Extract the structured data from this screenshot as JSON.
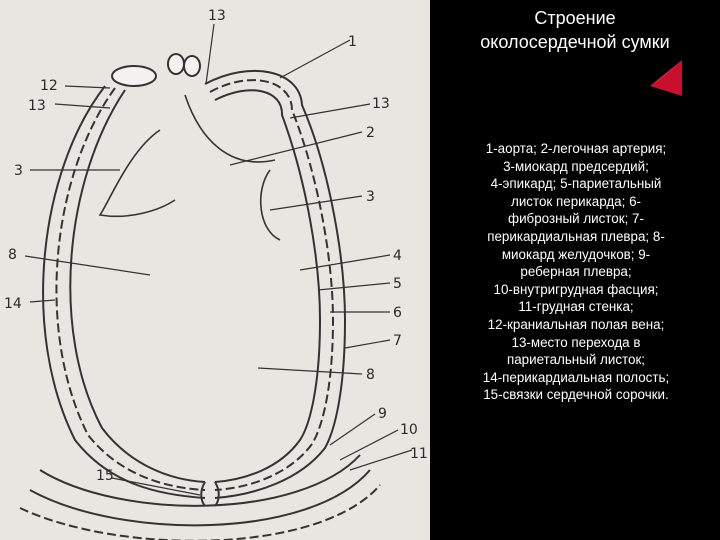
{
  "slide": {
    "title_line1": "Строение",
    "title_line2": "околосердечной сумки",
    "legend": "1-аорта; 2-легочная артерия;\n3-миокард предсердий;\n4-эпикард; 5-париетальный\nлисток перикарда; 6-\nфиброзный листок; 7-\nперикардиальная плевра; 8-\nмиокард желудочков; 9-\nреберная плевра;\n10-внутригрудная фасция;\n11-грудная стенка;\n12-краниальная полая вена;\n13-место перехода в\nпариетальный листок;\n14-перикардиальная полость;\n15-связки сердечной сорочки."
  },
  "nav": {
    "icon": "triangle-left-icon",
    "color": "#c8102e"
  },
  "figure": {
    "labels": {
      "l1": "1",
      "l2": "2",
      "l3a": "3",
      "l3b": "3",
      "l4": "4",
      "l5": "5",
      "l6": "6",
      "l7": "7",
      "l8a": "8",
      "l8b": "8",
      "l9": "9",
      "l10": "10",
      "l11": "11",
      "l12": "12",
      "l13a": "13",
      "l13b": "13",
      "l13c": "13",
      "l14": "14",
      "l15": "15"
    }
  }
}
